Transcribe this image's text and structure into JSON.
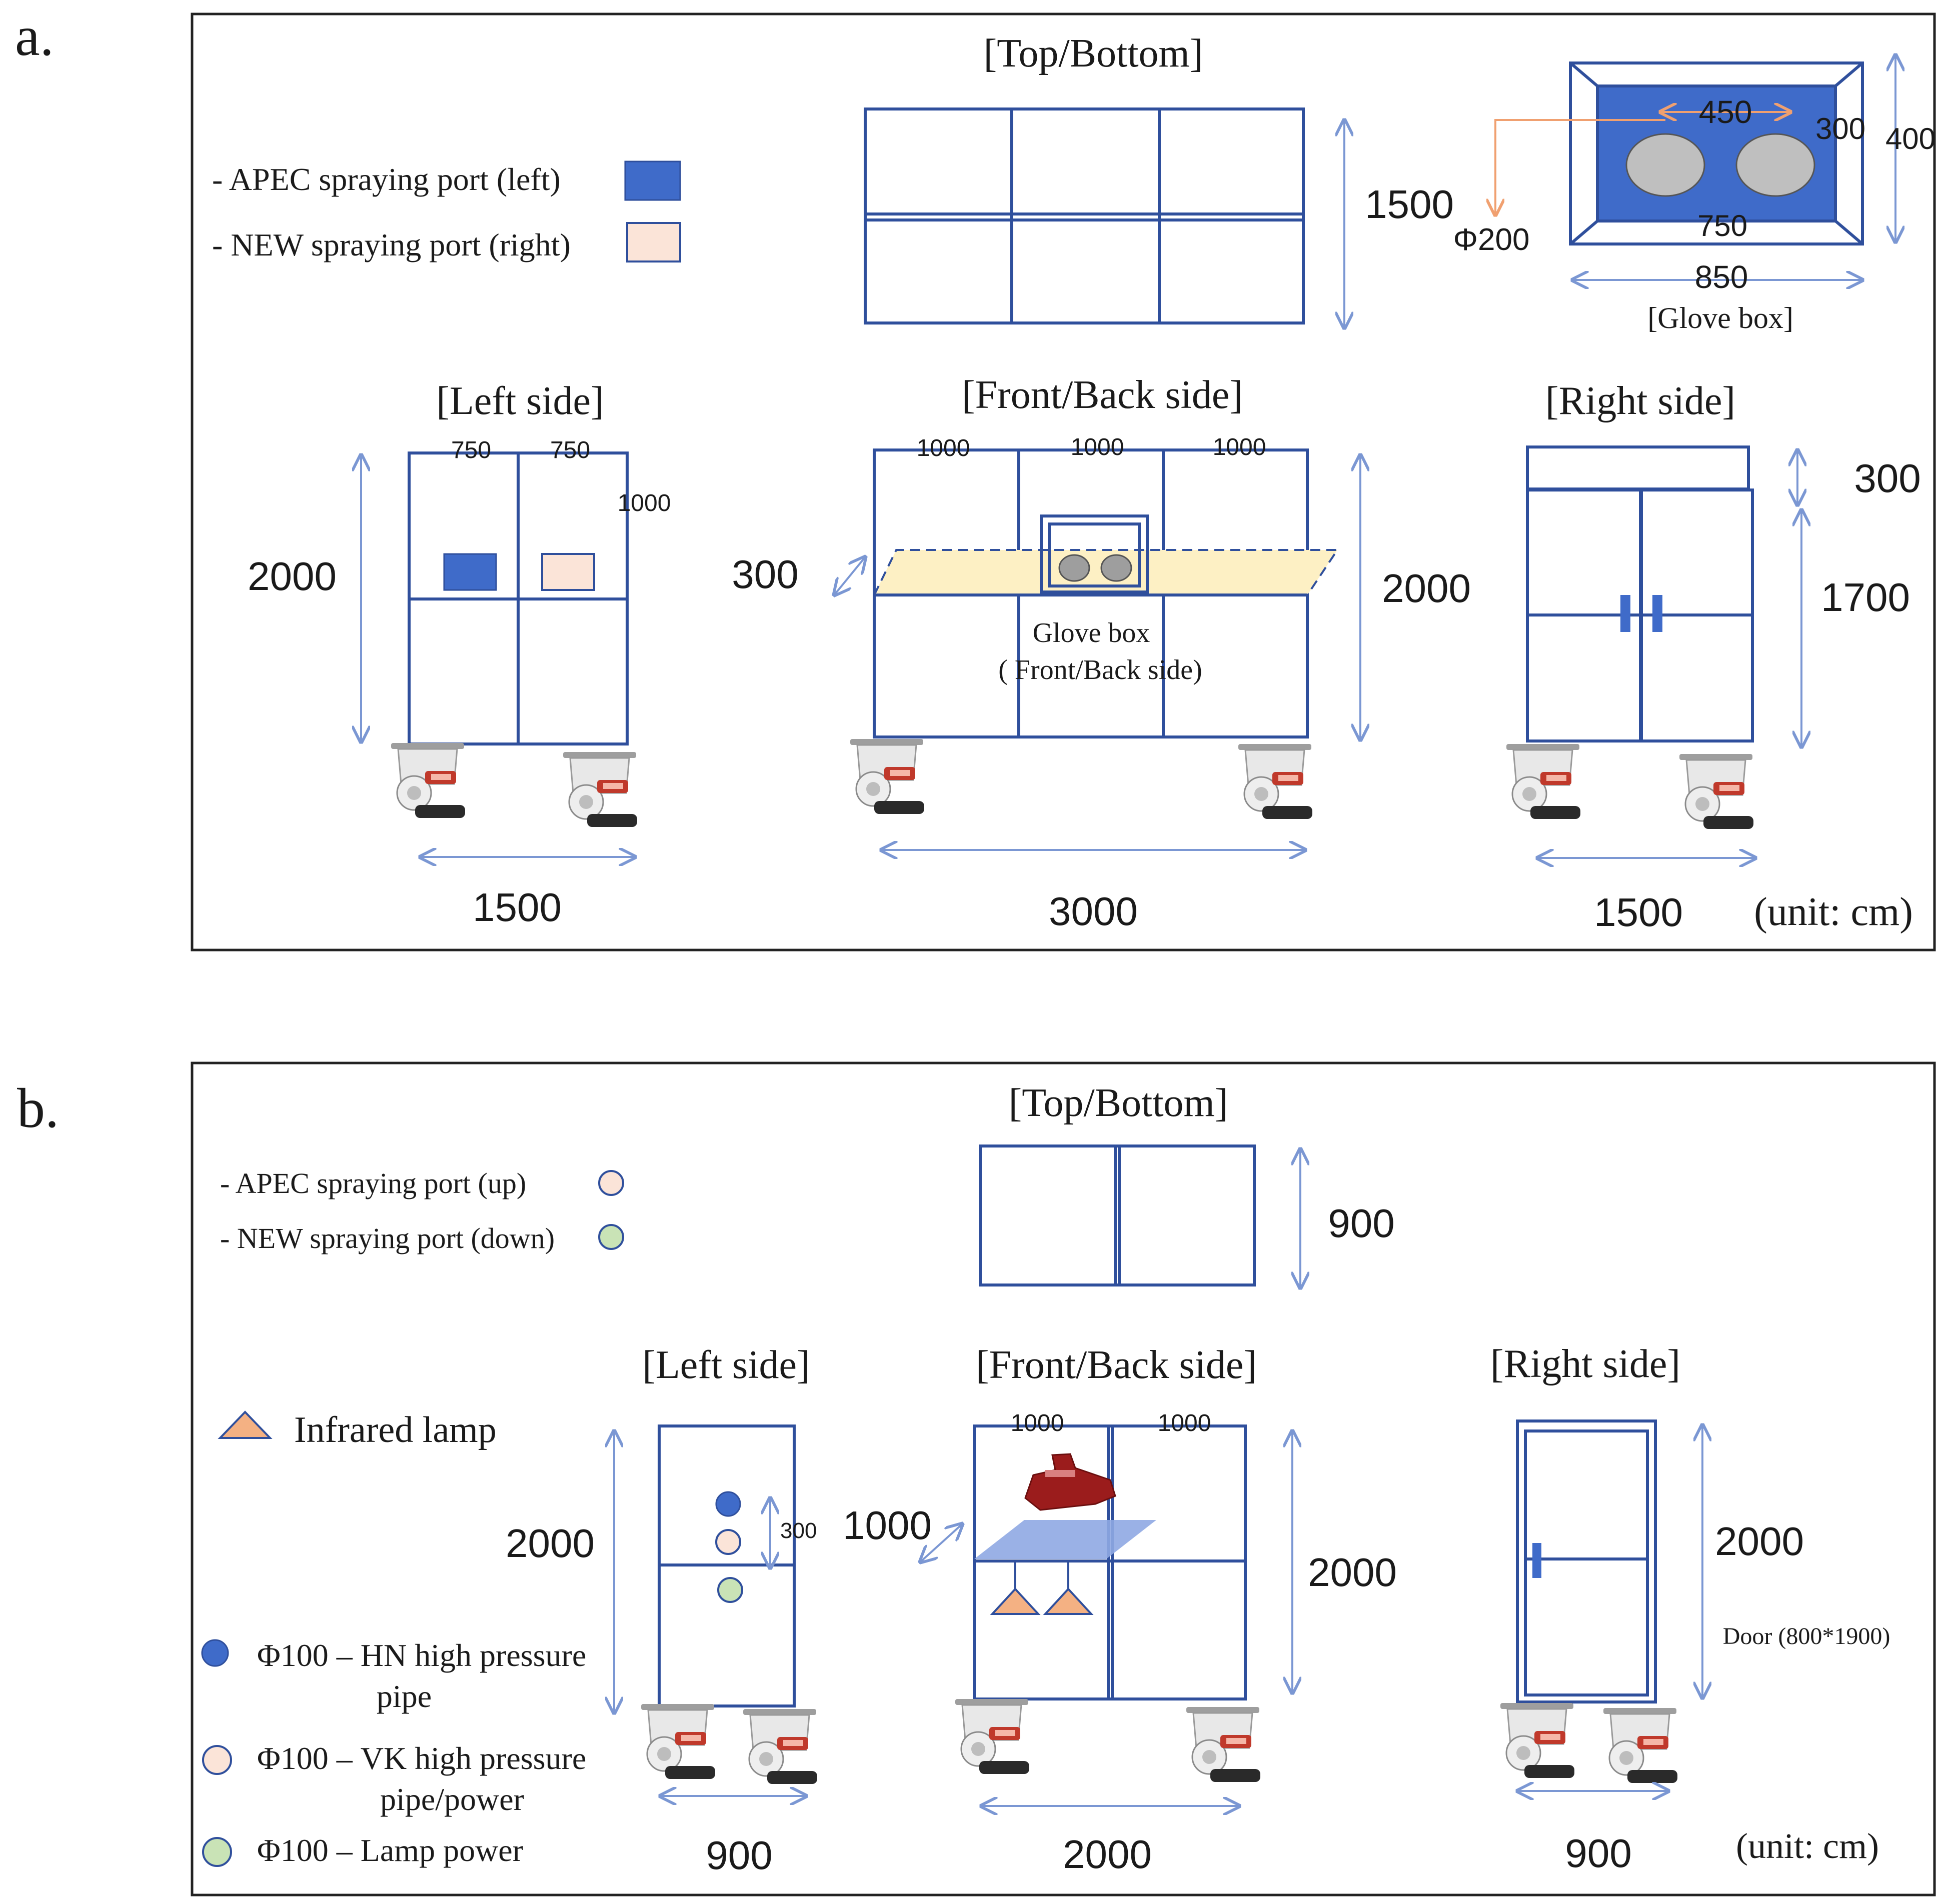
{
  "panel_a": {
    "label": "a.",
    "top_title": "[Top/Bottom]",
    "top_dim": "1500",
    "legend": [
      {
        "text": "- APEC spraying port (left)",
        "color": "#3f6bc9"
      },
      {
        "text": "- NEW spraying port (right)",
        "color": "#fbe4d8"
      }
    ],
    "glovebox": {
      "title": "[Glove box]",
      "dim_inner": "450",
      "dim_hole_gap": "300",
      "dim_height": "400",
      "dim_inner_width": "750",
      "dim_outer_width": "850",
      "dim_diameter": "Φ200",
      "fill": "#3f6bc9",
      "hole": "#bfbfbf",
      "leader": "#f0a070"
    },
    "left_side": {
      "title": "[Left side]",
      "dim_col1": "750",
      "dim_col2": "750",
      "dim_row": "1000",
      "dim_height": "2000",
      "dim_width": "1500"
    },
    "front_back": {
      "title": "[Front/Back side]",
      "dim_col1": "1000",
      "dim_col2": "1000",
      "dim_col3": "1000",
      "dim_depth": "300",
      "dim_height": "2000",
      "dim_width": "3000",
      "label_line1": "Glove box",
      "label_line2": "( Front/Back side)",
      "shelf": "#fdf0c4"
    },
    "right_side": {
      "title": "[Right side]",
      "dim_top": "300",
      "dim_door": "1700",
      "dim_width": "1500"
    },
    "unit": "(unit: cm)"
  },
  "panel_b": {
    "label": "b.",
    "top_title": "[Top/Bottom]",
    "top_dim": "900",
    "legend": [
      {
        "text": "- APEC spraying port (up)",
        "color": "#fbe4d8"
      },
      {
        "text": "- NEW spraying port (down)",
        "color": "#c9e3b6"
      }
    ],
    "infrared": {
      "text": "Infrared lamp",
      "color": "#f4b183"
    },
    "pipes": [
      {
        "line1": "Φ100 – HN high pressure",
        "line2": "pipe",
        "color": "#3f6bc9"
      },
      {
        "line1": "Φ100 – VK high pressure",
        "line2": "pipe/power",
        "color": "#fbe4d8"
      },
      {
        "line1": "Φ100 – Lamp power",
        "line2": "",
        "color": "#c9e3b6"
      }
    ],
    "left_side": {
      "title": "[Left side]",
      "dim_spacing": "300",
      "dim_height": "2000",
      "dim_width": "900"
    },
    "front_back": {
      "title": "[Front/Back side]",
      "dim_col1": "1000",
      "dim_col2": "1000",
      "dim_depth": "1000",
      "dim_height": "2000",
      "dim_width": "2000",
      "shelf": "#8fa9e3",
      "device": "#9b1c1c"
    },
    "right_side": {
      "title": "[Right side]",
      "dim_height": "2000",
      "door": "Door (800*1900)",
      "dim_width": "900"
    },
    "unit": "(unit: cm)"
  },
  "colors": {
    "structure": "#2f4f9c",
    "dimension": "#7b97d3",
    "caster_body": "#e4e4e4",
    "caster_red": "#c0392b"
  }
}
